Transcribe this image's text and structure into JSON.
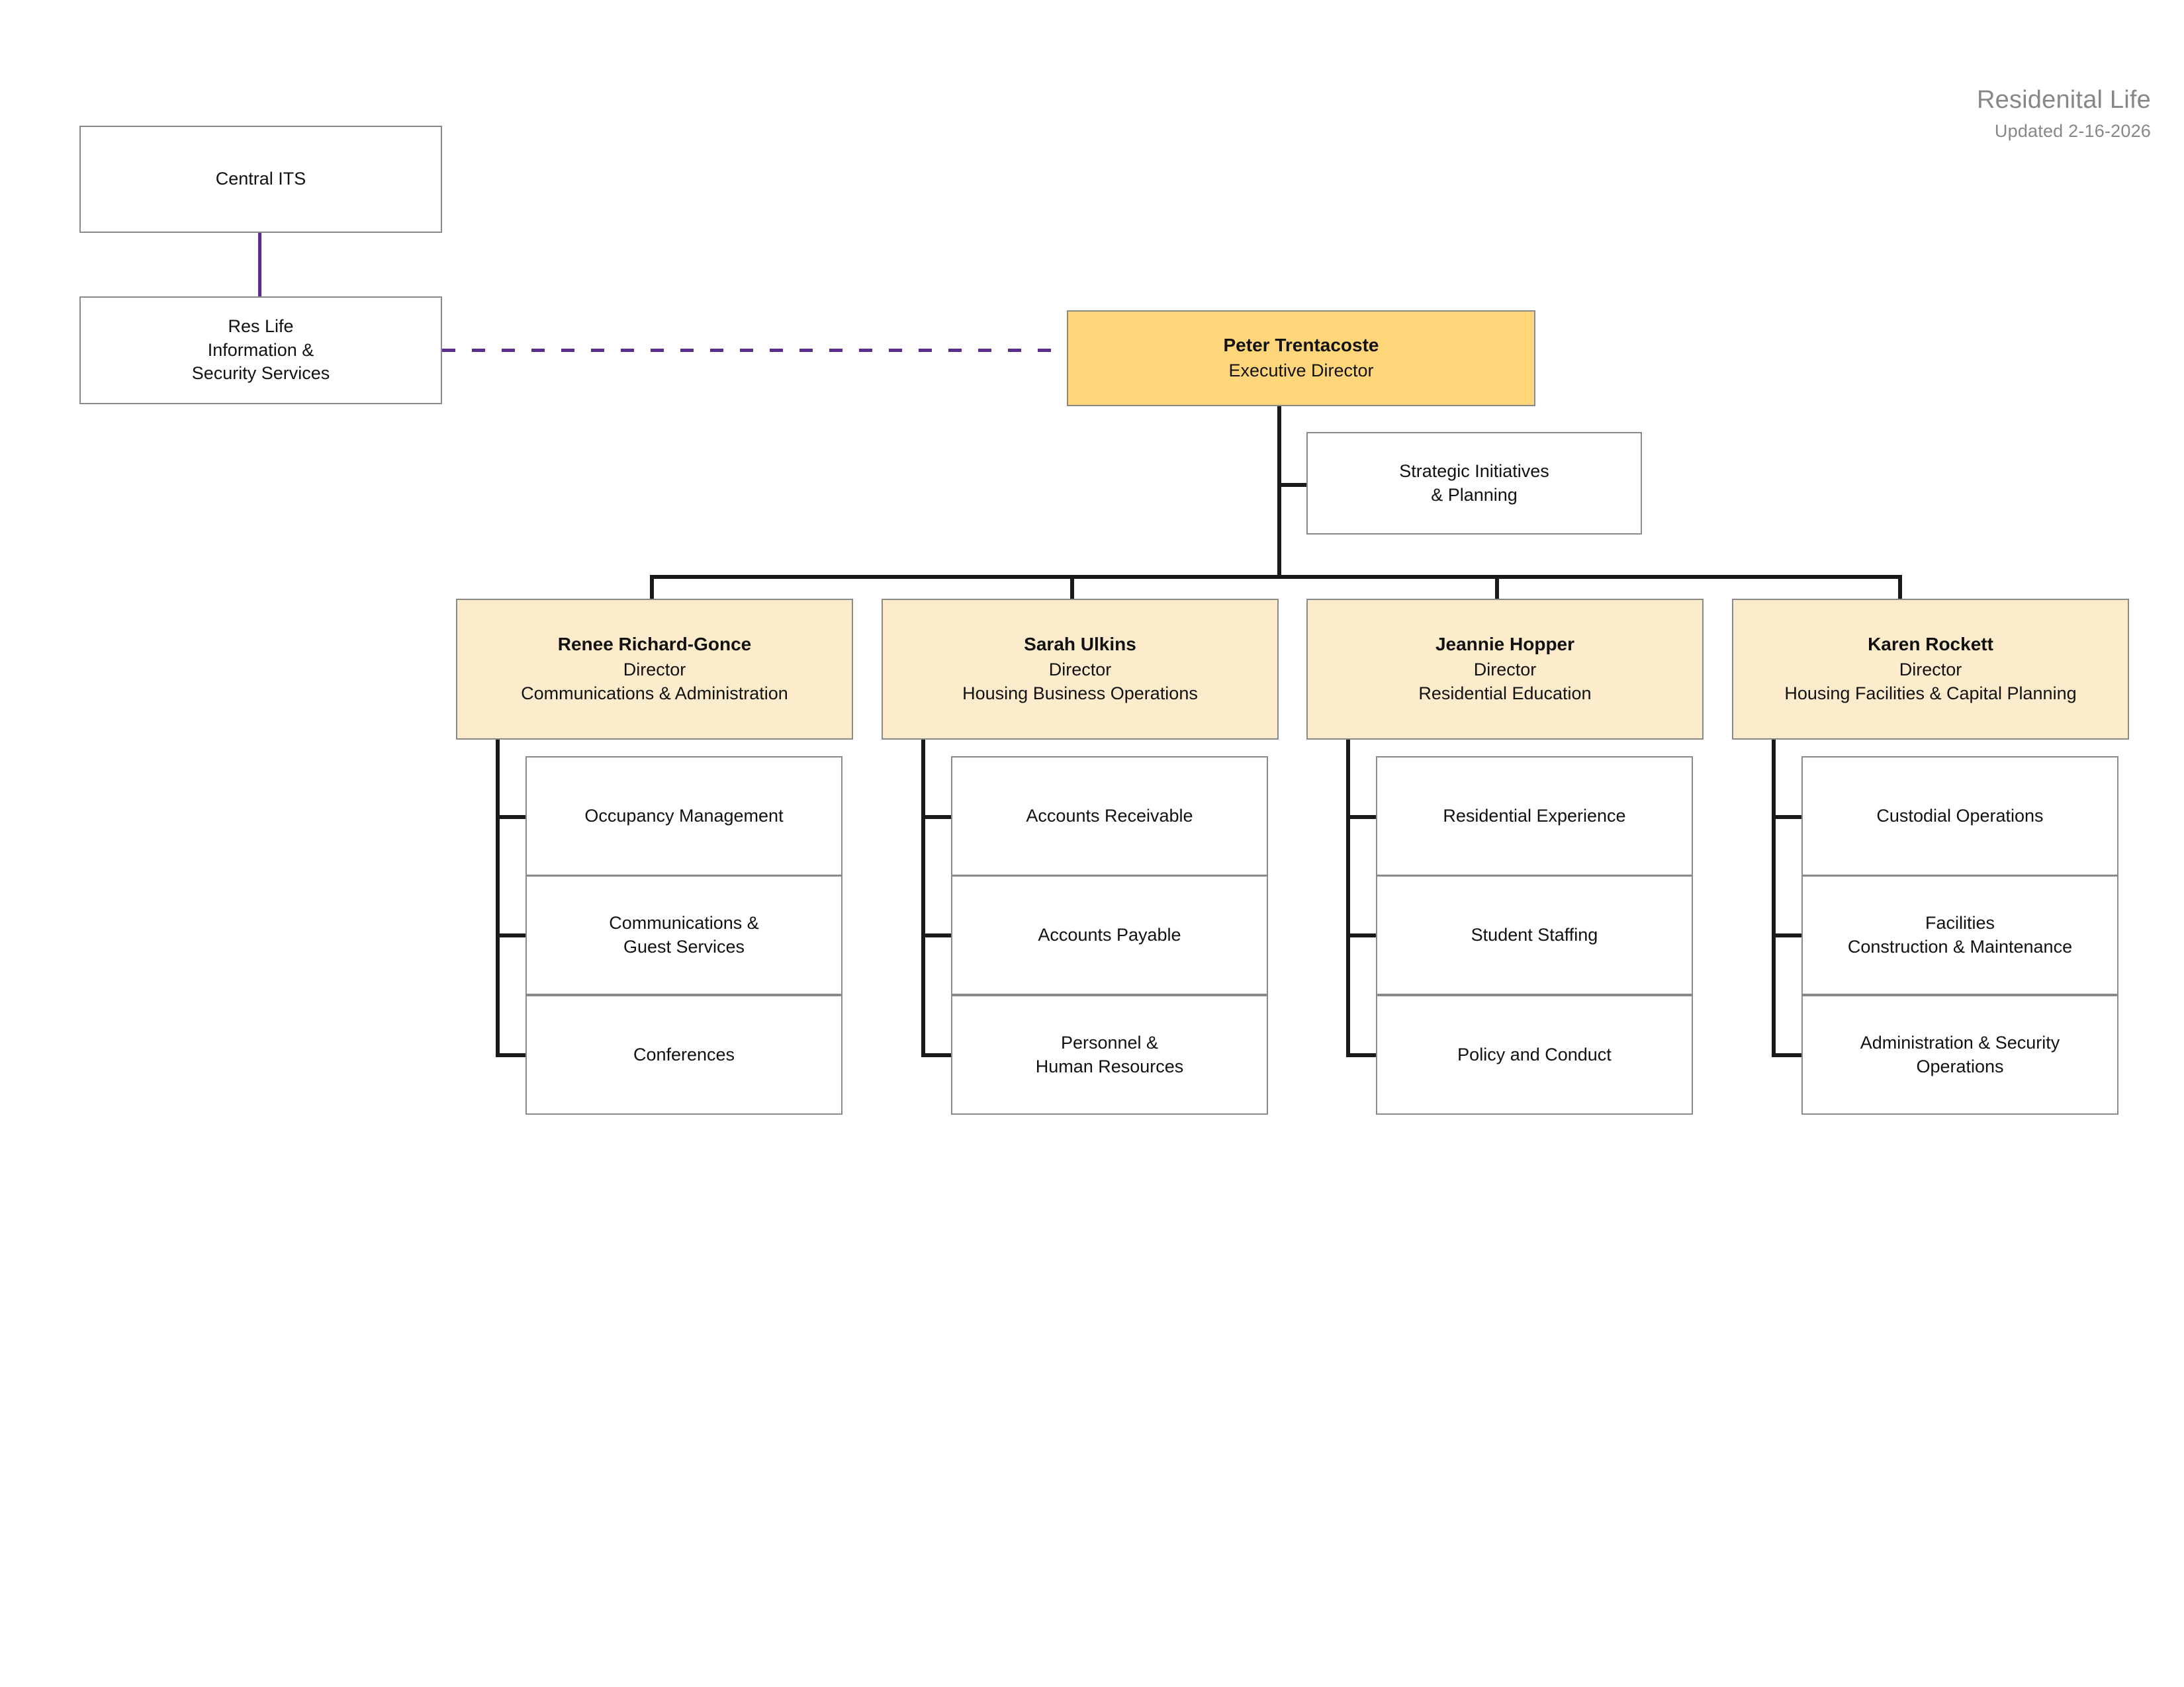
{
  "header": {
    "title": "Residenital Life",
    "updated": "Updated 2-16-2026"
  },
  "colors": {
    "executive_fill": "#FFD77A",
    "director_fill": "#FCECCB",
    "box_border": "#8A8A8A",
    "connector": "#1A1A1A",
    "dotted_connector": "#5B2D8E",
    "header_text": "#86878A"
  },
  "chart_data": {
    "type": "org-chart",
    "title": "Residenital Life",
    "external": {
      "top": {
        "line1": "Central ITS"
      },
      "bottom": {
        "line1": "Res Life",
        "line2": "Information &",
        "line3": "Security Services"
      },
      "link_style": "solid-purple",
      "dotted_link_to_executive": true
    },
    "executive": {
      "name": "Peter Trentacoste",
      "title": "Executive Director"
    },
    "staff": {
      "line1": "Strategic Initiatives",
      "line2": "& Planning"
    },
    "directors": [
      {
        "name": "Renee Richard-Gonce",
        "title": "Director",
        "unit": "Communications & Administration",
        "reports": [
          {
            "line1": "Occupancy Management",
            "line2": ""
          },
          {
            "line1": "Communications &",
            "line2": "Guest Services"
          },
          {
            "line1": "Conferences",
            "line2": ""
          }
        ]
      },
      {
        "name": "Sarah Ulkins",
        "title": "Director",
        "unit": "Housing Business Operations",
        "reports": [
          {
            "line1": "Accounts Receivable",
            "line2": ""
          },
          {
            "line1": "Accounts Payable",
            "line2": ""
          },
          {
            "line1": "Personnel &",
            "line2": "Human Resources"
          }
        ]
      },
      {
        "name": "Jeannie Hopper",
        "title": "Director",
        "unit": "Residential Education",
        "reports": [
          {
            "line1": "Residential Experience",
            "line2": ""
          },
          {
            "line1": "Student Staffing",
            "line2": ""
          },
          {
            "line1": "Policy and Conduct",
            "line2": ""
          }
        ]
      },
      {
        "name": "Karen Rockett",
        "title": "Director",
        "unit": "Housing Facilities & Capital Planning",
        "reports": [
          {
            "line1": "Custodial Operations",
            "line2": ""
          },
          {
            "line1": "Facilities",
            "line2": "Construction & Maintenance"
          },
          {
            "line1": "Administration & Security",
            "line2": "Operations"
          }
        ]
      }
    ]
  }
}
